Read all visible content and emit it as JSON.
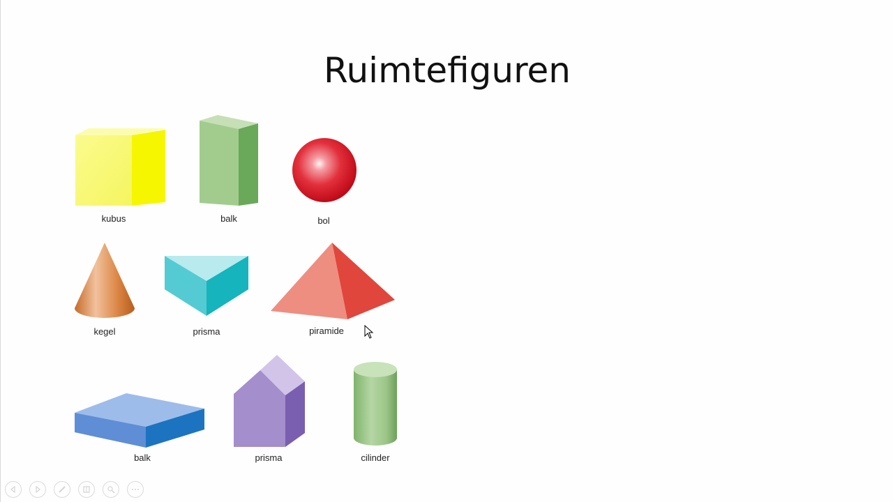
{
  "slide": {
    "title": "Ruimtefiguren"
  },
  "figures": [
    {
      "label": "kubus",
      "icon": "cube-icon",
      "color": "#f7f76a"
    },
    {
      "label": "balk",
      "icon": "tall-cuboid-icon",
      "color": "#9ec889"
    },
    {
      "label": "bol",
      "icon": "sphere-icon",
      "color": "#e02030"
    },
    {
      "label": "kegel",
      "icon": "cone-icon",
      "color": "#e08a4a"
    },
    {
      "label": "prisma",
      "icon": "triangular-prism-icon",
      "color": "#3ec8c8"
    },
    {
      "label": "piramide",
      "icon": "pyramid-icon",
      "color": "#ec7a6e"
    },
    {
      "label": "balk",
      "icon": "flat-cuboid-icon",
      "color": "#5a95d8"
    },
    {
      "label": "prisma",
      "icon": "pentagonal-prism-icon",
      "color": "#a68ccc"
    },
    {
      "label": "cilinder",
      "icon": "cylinder-icon",
      "color": "#9ecc8c"
    }
  ],
  "toolbar": {
    "buttons": [
      "previous-icon",
      "next-icon",
      "pen-icon",
      "slides-icon",
      "zoom-icon",
      "more-icon"
    ]
  }
}
